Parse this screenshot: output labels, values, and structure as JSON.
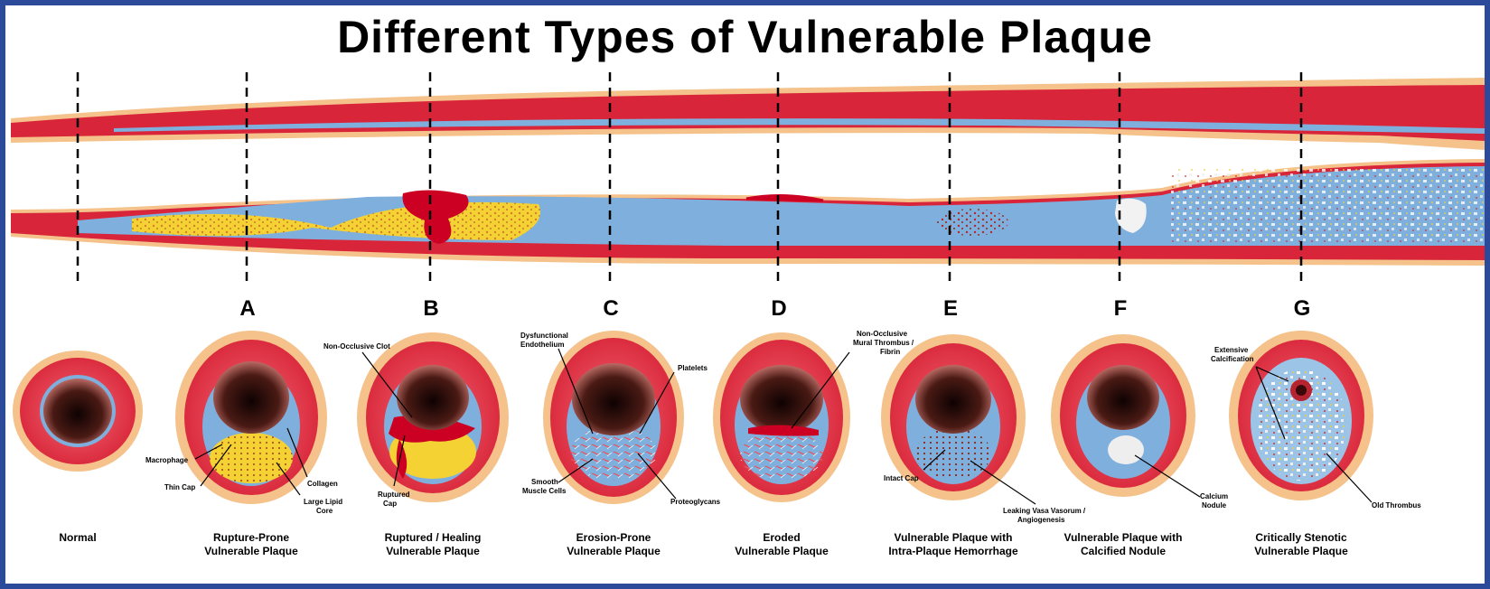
{
  "title": "Different Types of Vulnerable Plaque",
  "section_letters": [
    "A",
    "B",
    "C",
    "D",
    "E",
    "F",
    "G"
  ],
  "captions": [
    {
      "line1": "Normal",
      "line2": ""
    },
    {
      "line1": "Rupture-Prone",
      "line2": "Vulnerable Plaque"
    },
    {
      "line1": "Ruptured / Healing",
      "line2": "Vulnerable Plaque"
    },
    {
      "line1": "Erosion-Prone",
      "line2": "Vulnerable Plaque"
    },
    {
      "line1": "Eroded",
      "line2": "Vulnerable Plaque"
    },
    {
      "line1": "Vulnerable Plaque with",
      "line2": "Intra-Plaque Hemorrhage"
    },
    {
      "line1": "Vulnerable Plaque with",
      "line2": "Calcified Nodule"
    },
    {
      "line1": "Critically Stenotic",
      "line2": "Vulnerable Plaque"
    }
  ],
  "annotations": {
    "non_occlusive_clot": "Non-Occlusive Clot",
    "macrophage": "Macrophage",
    "thin_cap": "Thin Cap",
    "collagen": "Collagen",
    "large_lipid_core_1": "Large Lipid",
    "large_lipid_core_2": "Core",
    "ruptured_cap_1": "Ruptured",
    "ruptured_cap_2": "Cap",
    "dysfunctional_endothelium_1": "Dysfunctional",
    "dysfunctional_endothelium_2": "Endothelium",
    "platelets": "Platelets",
    "smooth_muscle_cells_1": "Smooth",
    "smooth_muscle_cells_2": "Muscle Cells",
    "proteoglycans": "Proteoglycans",
    "mural_thrombus_1": "Non-Occlusive",
    "mural_thrombus_2": "Mural Thrombus /",
    "mural_thrombus_3": "Fibrin",
    "intact_cap": "Intact Cap",
    "leaking_vasa_vorum_1": "Leaking Vasa Vasorum /",
    "leaking_vasa_vorum_2": "Angiogenesis",
    "calcium_nodule_1": "Calcium",
    "calcium_nodule_2": "Nodule",
    "extensive_calcification_1": "Extensive",
    "extensive_calcification_2": "Calcification",
    "old_thrombus": "Old Thrombus"
  },
  "colors": {
    "background_border": "#2b4a9a",
    "artery_wall": "#d9253a",
    "adventitia": "#f4c28a",
    "intima": "#7fb0dd",
    "lipid_core": "#f5d234",
    "thrombus": "#cc0022",
    "lumen": "#1a0606"
  }
}
